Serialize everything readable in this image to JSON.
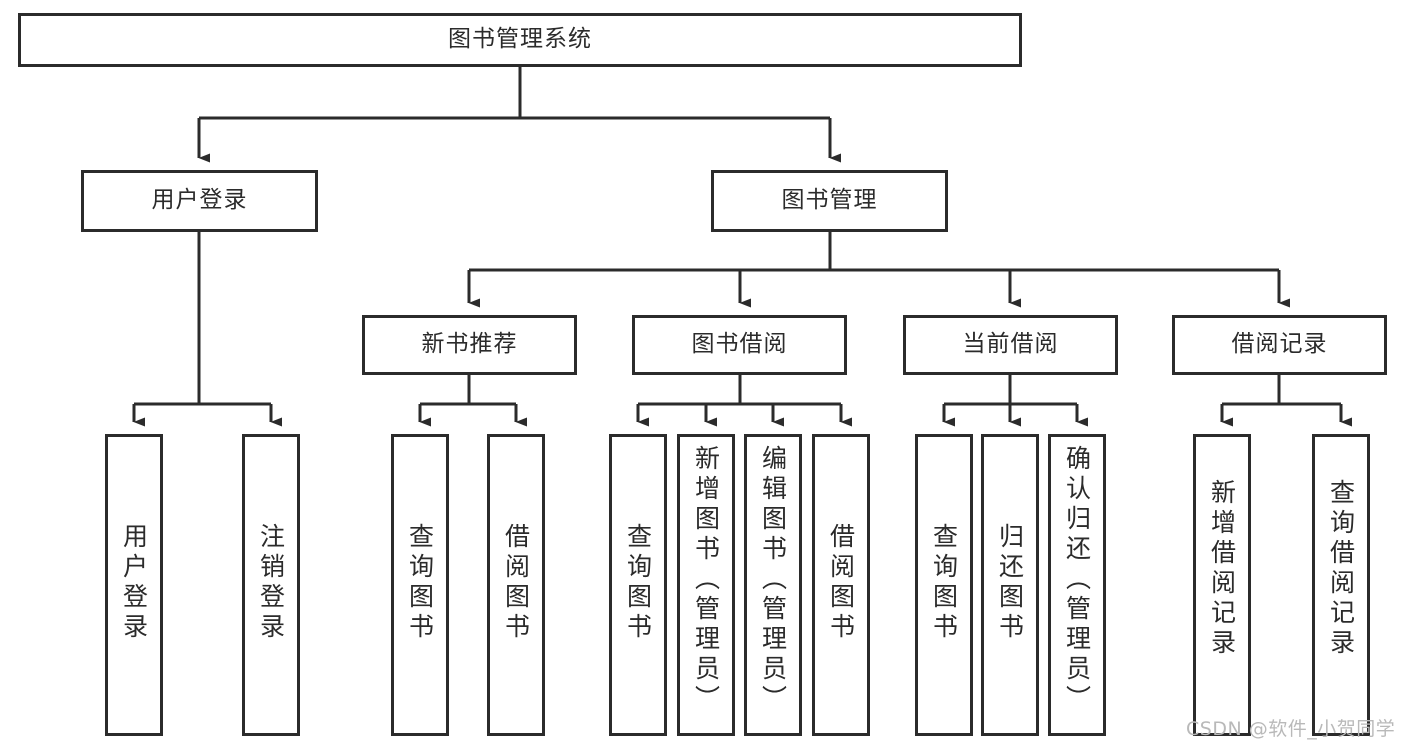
{
  "diagram": {
    "title": "图书管理系统",
    "type": "function-structure-tree",
    "stroke_color": "#2b2b2b",
    "fill_color": "#ffffff",
    "text_color": "#2b2b2b",
    "watermark": "CSDN @软件_小贺同学",
    "watermark_color": "#b9b9b9"
  },
  "nodes": {
    "root": {
      "label": "图书管理系统"
    },
    "level2": [
      {
        "id": "user-login",
        "label": "用户登录"
      },
      {
        "id": "book-manage",
        "label": "图书管理"
      }
    ],
    "level3": [
      {
        "id": "new-book-recommend",
        "label": "新书推荐"
      },
      {
        "id": "book-borrow",
        "label": "图书借阅"
      },
      {
        "id": "current-borrow",
        "label": "当前借阅"
      },
      {
        "id": "borrow-record",
        "label": "借阅记录"
      }
    ],
    "leaves": {
      "user_login": [
        {
          "id": "leaf-user-login",
          "label": "用户登录"
        },
        {
          "id": "leaf-logout-login",
          "label": "注销登录"
        }
      ],
      "new_book_recommend": [
        {
          "id": "leaf-query-book-1",
          "label": "查询图书"
        },
        {
          "id": "leaf-borrow-book-1",
          "label": "借阅图书"
        }
      ],
      "book_borrow": [
        {
          "id": "leaf-query-book-2",
          "label": "查询图书"
        },
        {
          "id": "leaf-add-book",
          "label": "新增图书（管理员）"
        },
        {
          "id": "leaf-edit-book",
          "label": "编辑图书（管理员）"
        },
        {
          "id": "leaf-borrow-book-2",
          "label": "借阅图书"
        }
      ],
      "current_borrow": [
        {
          "id": "leaf-query-book-3",
          "label": "查询图书"
        },
        {
          "id": "leaf-return-book",
          "label": "归还图书"
        },
        {
          "id": "leaf-confirm-return",
          "label": "确认归还（管理员）"
        }
      ],
      "borrow_record": [
        {
          "id": "leaf-add-record",
          "label": "新增借阅记录"
        },
        {
          "id": "leaf-query-record",
          "label": "查询借阅记录"
        }
      ]
    }
  }
}
